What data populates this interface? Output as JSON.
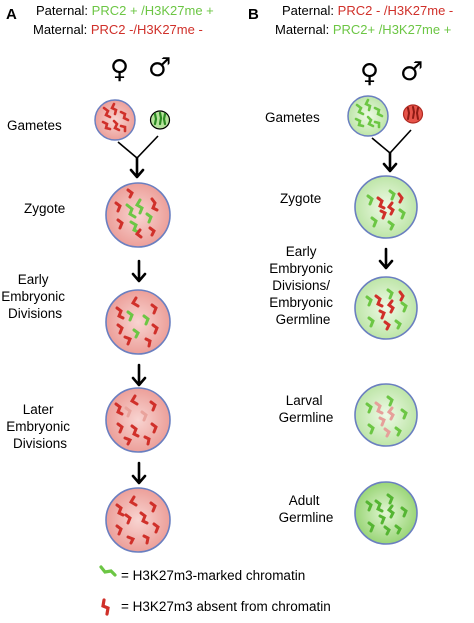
{
  "panelA": {
    "letter": "A",
    "paternal_label": "Paternal: ",
    "paternal_value": "PRC2 + /H3K27me +",
    "maternal_label": "Maternal: ",
    "maternal_value": "PRC2 -/H3K27me -",
    "female_symbol": "♀",
    "male_symbol": "♂",
    "stages": [
      [
        "Gametes"
      ],
      [
        "Zygote"
      ],
      [
        "Early",
        "Embryonic",
        "Divisions"
      ],
      [
        "Later",
        "Embryonic",
        "Divisions"
      ]
    ]
  },
  "panelB": {
    "letter": "B",
    "paternal_label": "Paternal: ",
    "paternal_value": "PRC2 - /H3K27me -",
    "maternal_label": "Maternal: ",
    "maternal_value": "PRC2+ /H3K27me +",
    "female_symbol": "♀",
    "male_symbol": "♂",
    "stages": [
      [
        "Gametes"
      ],
      [
        "Zygote"
      ],
      [
        "Early",
        "Embryonic",
        "Divisions/",
        "Embryonic",
        "Germline"
      ],
      [
        "Larval",
        "Germline"
      ],
      [
        "Adult",
        "Germline"
      ]
    ]
  },
  "legend": {
    "green_text": "= H3K27m3-marked chromatin",
    "red_text": "= H3K27m3 absent from chromatin"
  },
  "colors": {
    "chromatin_marked": "#6cc644",
    "chromatin_unmarked": "#d0302a",
    "cell_red_fill": "#f2b8b4",
    "cell_green_fill": "#d7f0c7",
    "cell_outline": "#6a7fc0"
  }
}
